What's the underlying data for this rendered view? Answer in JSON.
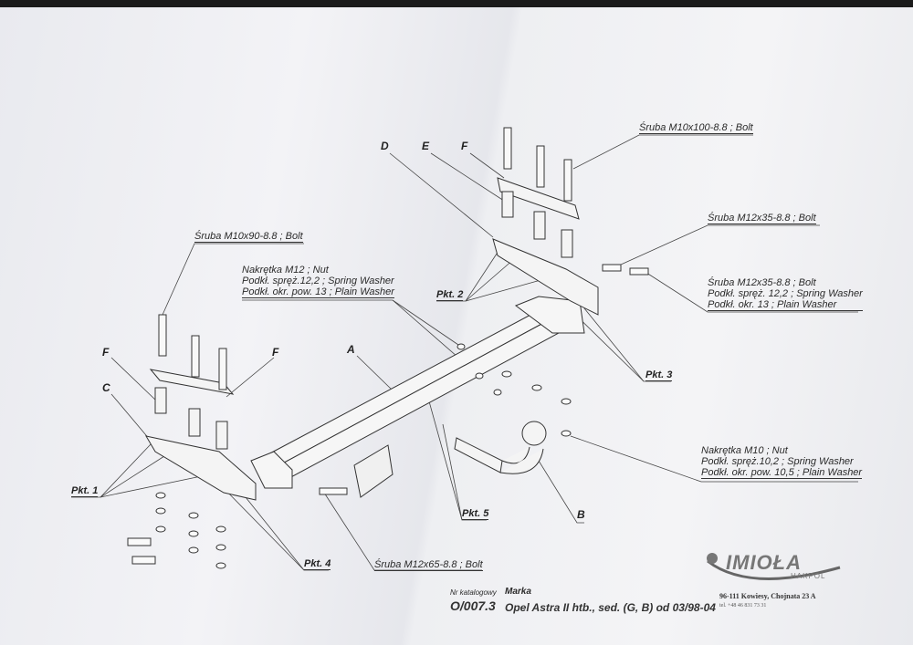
{
  "labels": {
    "bolt_m10x100": "Śruba M10x100-8.8 ;  Bolt",
    "bolt_m12x35_a": "Śruba M12x35-8.8 ;  Bolt",
    "bolt_m10x90": "Śruba M10x90-8.8 ;  Bolt",
    "nut_m12": [
      "Nakrętka  M12 ; Nut",
      "Podkł. spręż.12,2 ; Spring Washer",
      "Podkł. okr. pow. 13 ; Plain Washer"
    ],
    "bolt_m12x35_b": [
      "Śruba M12x35-8.8 ;  Bolt",
      "Podkł. spręż. 12,2 ; Spring Washer",
      "Podkł. okr. 13 ; Plain Washer"
    ],
    "nut_m10": [
      "Nakrętka  M10 ; Nut",
      "Podkł. spręż.10,2 ; Spring Washer",
      "Podkł. okr. pow. 10,5 ; Plain Washer"
    ],
    "bolt_m12x65": "Śruba M12x65-8.8 ; Bolt"
  },
  "letters": {
    "A": "A",
    "B": "B",
    "C": "C",
    "D": "D",
    "E": "E",
    "F": "F"
  },
  "points": {
    "pkt1": "Pkt. 1",
    "pkt2": "Pkt. 2",
    "pkt3": "Pkt. 3",
    "pkt4": "Pkt. 4",
    "pkt5": "Pkt. 5"
  },
  "footer": {
    "catalog_label": "Nr katalogowy",
    "catalog_no": "O/007.3",
    "brand_label": "Marka",
    "brand": "Opel Astra II htb., sed. (G, B)  od  03/98-04",
    "address": "96-111 Kowiesy, Chojnata 23 A",
    "phone": "tel. +48 46 831 73 31"
  },
  "logo": {
    "name": "IMIOŁA",
    "sub": "HAKPOL"
  }
}
